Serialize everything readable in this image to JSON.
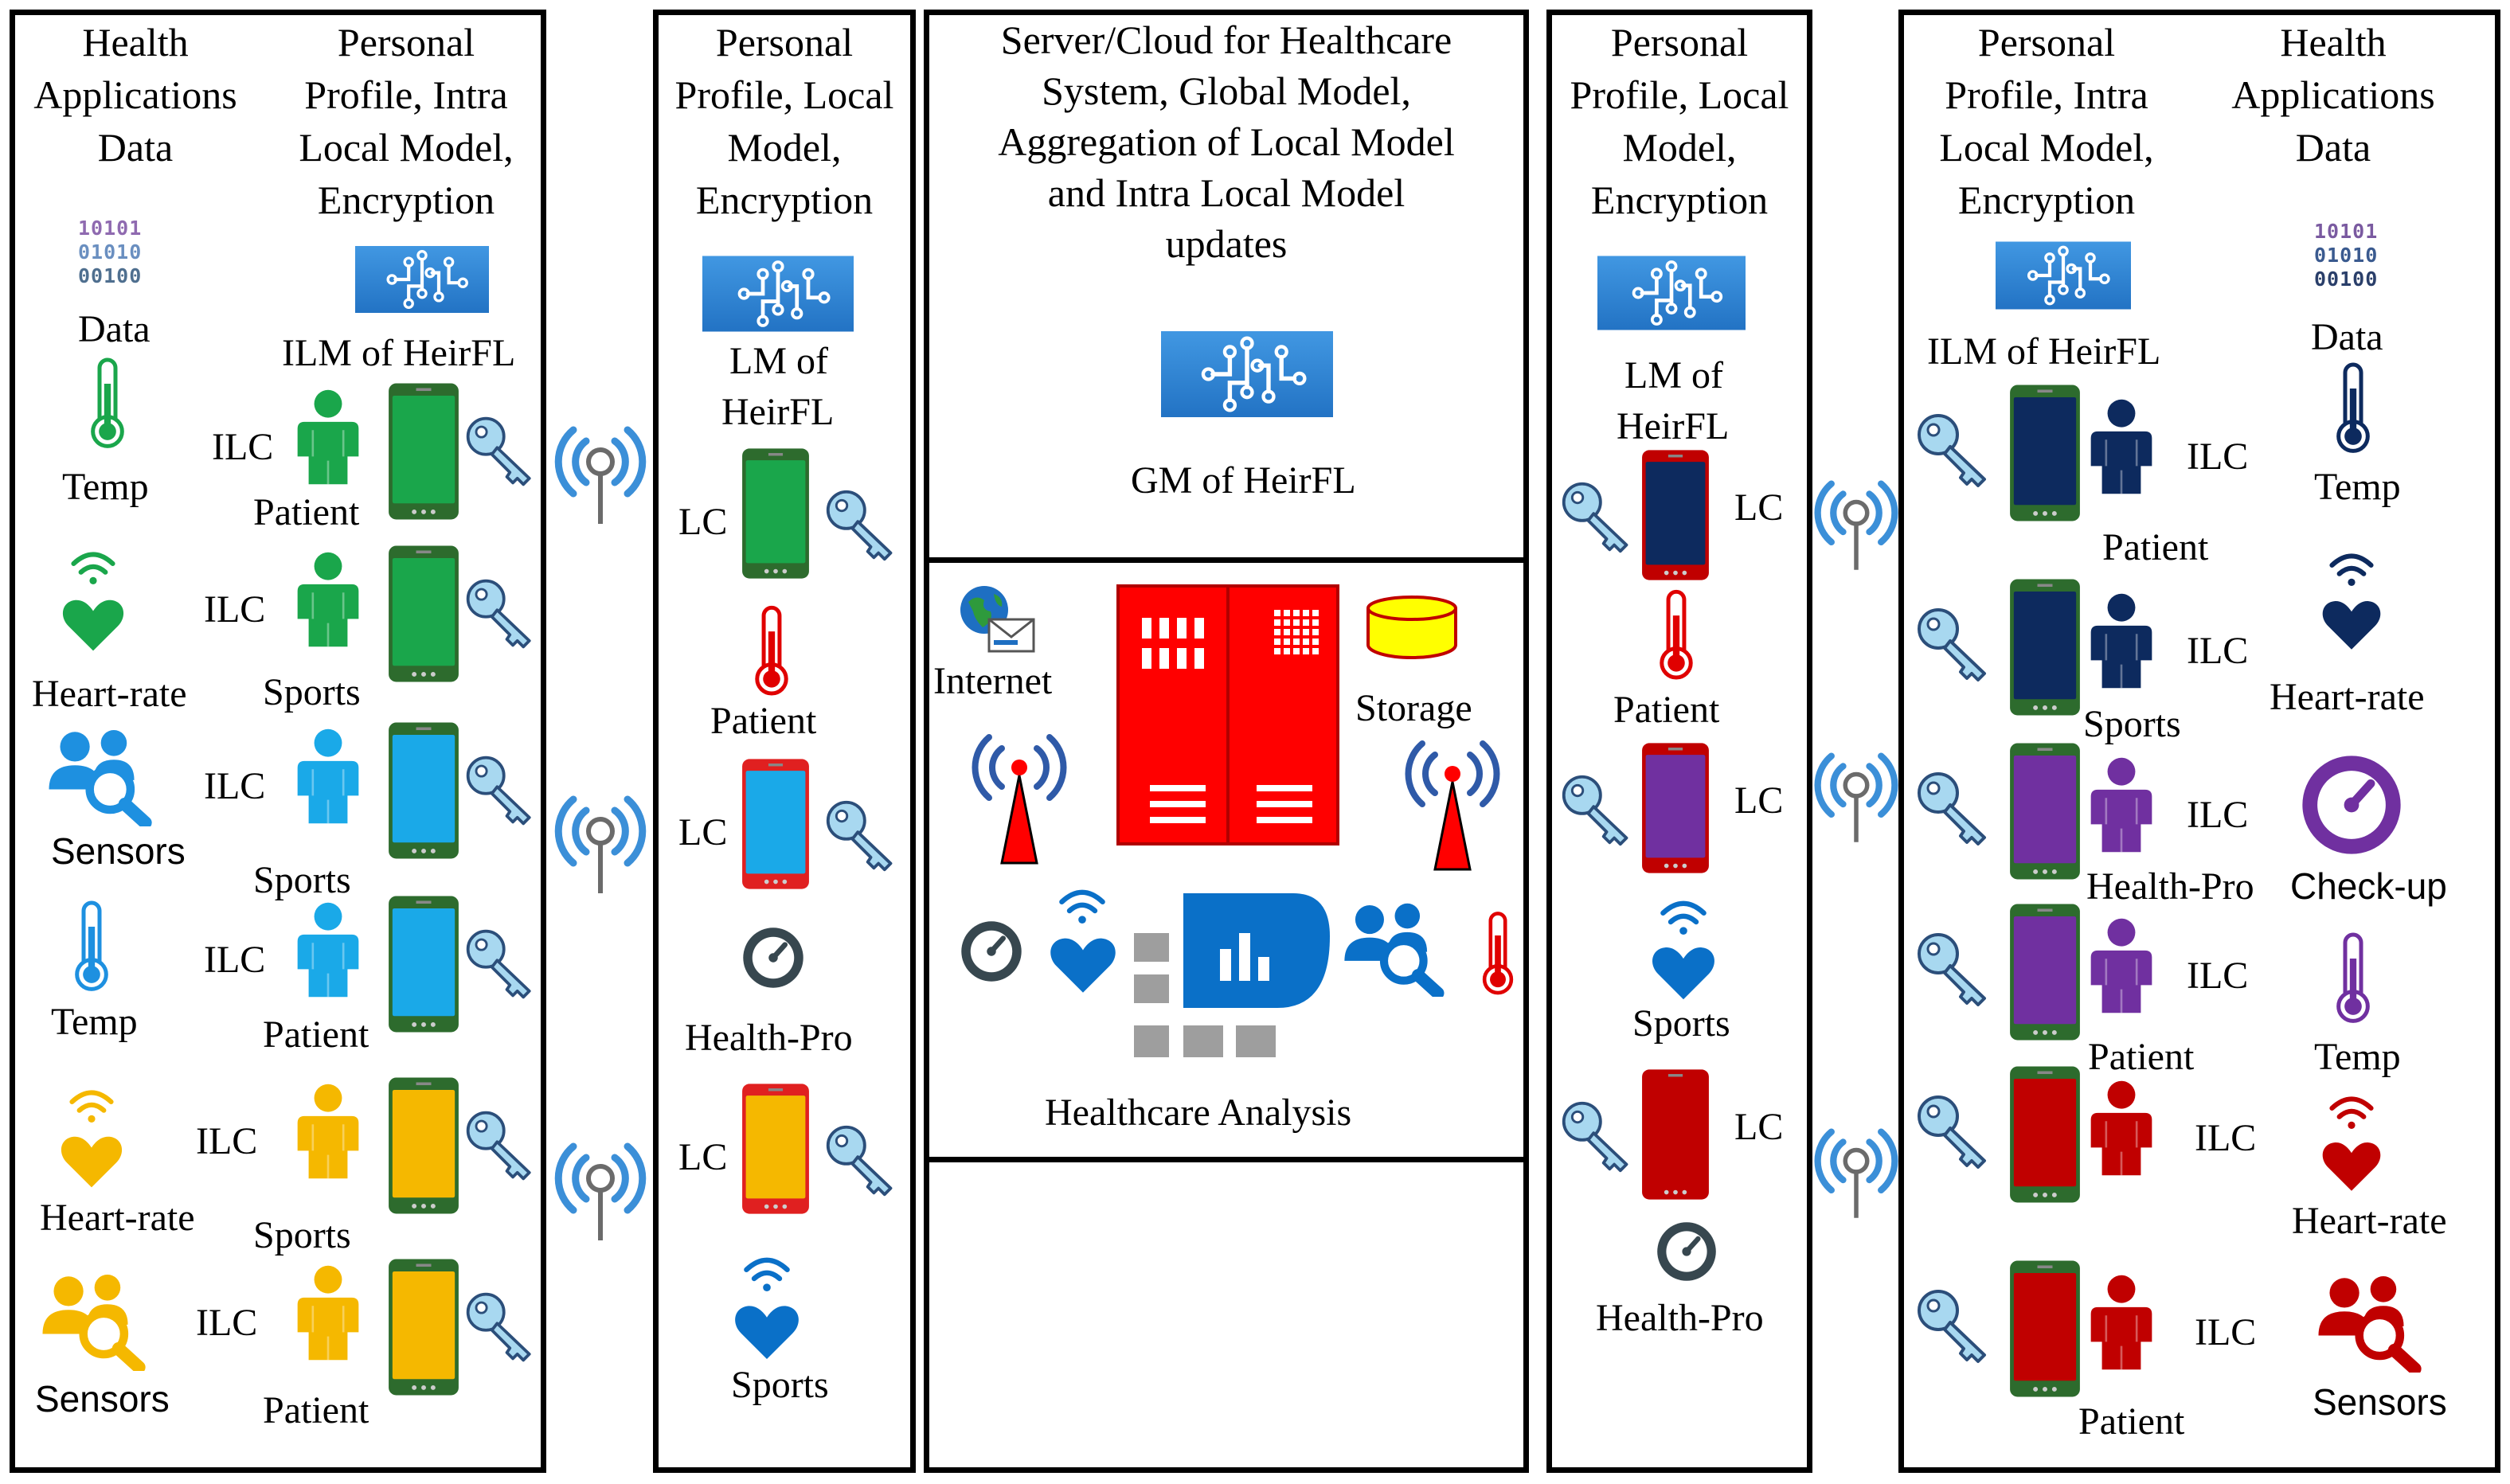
{
  "columns": {
    "left_apps": {
      "header": [
        "Health",
        "Applications",
        "Data"
      ],
      "items": [
        {
          "label": "Data",
          "icon": "binary-data-icon",
          "color": "#7a67a0"
        },
        {
          "label": "Temp",
          "icon": "thermometer-icon",
          "color": "#1aa64b"
        },
        {
          "label": "Heart-rate",
          "icon": "heart-rate-icon",
          "color": "#1aa64b"
        },
        {
          "label": "Sensors",
          "icon": "sensors-icon",
          "color": "#1e90e0"
        },
        {
          "label": "Temp",
          "icon": "thermometer-icon",
          "color": "#1e90e0"
        },
        {
          "label": "Heart-rate",
          "icon": "heart-rate-icon",
          "color": "#f5b800"
        },
        {
          "label": "Sensors",
          "icon": "sensors-icon",
          "color": "#f5b800"
        }
      ]
    },
    "left_profile": {
      "header": [
        "Personal",
        "Profile, Intra",
        "Local Model,",
        "Encryption"
      ],
      "model_label": "ILM of HeirFL",
      "client_label": "ILC",
      "rows": [
        {
          "label": "Patient",
          "color": "#1aa64b"
        },
        {
          "label": "Sports",
          "color": "#1aa64b"
        },
        {
          "label": "Sports",
          "color": "#1aa9e8"
        },
        {
          "label": "Patient",
          "color": "#1aa9e8"
        },
        {
          "label": "Sports",
          "color": "#f5b800"
        },
        {
          "label": "Patient",
          "color": "#f5b800"
        }
      ]
    },
    "left_local": {
      "header": [
        "Personal",
        "Profile, Local",
        "Model,",
        "Encryption"
      ],
      "model_label": [
        "LM of",
        "HeirFL"
      ],
      "client_label": "LC",
      "items": [
        {
          "label": "Patient",
          "color": "#1aa64b"
        },
        {
          "label": "Health-Pro",
          "color": "#1aa9e8"
        },
        {
          "label": "Sports",
          "color": "#f5b800"
        }
      ]
    },
    "server": {
      "header": [
        "Server/Cloud for Healthcare",
        "System, Global Model,",
        "Aggregation of Local Model",
        "and Intra Local Model",
        "updates"
      ],
      "model_label": "GM of HeirFL",
      "internet_label": "Internet",
      "storage_label": "Storage",
      "analysis_label": "Healthcare Analysis"
    },
    "right_local": {
      "header": [
        "Personal",
        "Profile, Local",
        "Model,",
        "Encryption"
      ],
      "model_label": [
        "LM of",
        "HeirFL"
      ],
      "client_label": "LC",
      "items": [
        {
          "label": "Patient",
          "color": "#0d2a5e"
        },
        {
          "label": "Sports",
          "color": "#7030a0"
        },
        {
          "label": "Health-Pro",
          "color": "#c00000"
        }
      ]
    },
    "right_profile": {
      "header": [
        "Personal",
        "Profile, Intra",
        "Local Model,",
        "Encryption"
      ],
      "model_label": "ILM of HeirFL",
      "client_label": "ILC",
      "rows": [
        {
          "label": "Patient",
          "color": "#0d2a5e"
        },
        {
          "label": "Sports",
          "color": "#0d2a5e"
        },
        {
          "label": "Health-Pro",
          "color": "#7030a0"
        },
        {
          "label": "Patient",
          "color": "#7030a0"
        },
        {
          "label": "",
          "color": "#c00000"
        },
        {
          "label": "Patient",
          "color": "#c00000"
        }
      ]
    },
    "right_apps": {
      "header": [
        "Health",
        "Applications",
        "Data"
      ],
      "items": [
        {
          "label": "Data",
          "icon": "binary-data-icon",
          "color": "#1f3864"
        },
        {
          "label": "Temp",
          "icon": "thermometer-icon",
          "color": "#0d2a5e"
        },
        {
          "label": "Heart-rate",
          "icon": "heart-rate-icon",
          "color": "#0d2a5e"
        },
        {
          "label": "Check-up",
          "icon": "gauge-icon",
          "color": "#7030a0"
        },
        {
          "label": "Temp",
          "icon": "thermometer-icon",
          "color": "#7030a0"
        },
        {
          "label": "Heart-rate",
          "icon": "heart-rate-icon",
          "color": "#c00000"
        },
        {
          "label": "Sensors",
          "icon": "sensors-icon",
          "color": "#c00000"
        }
      ]
    }
  },
  "colors": {
    "chip": "#2f86d6",
    "key": "#a8d8f0",
    "wireless": "#3b8fd8",
    "server": "#ff0000",
    "storage": "#ffff00",
    "analysis": "#0a70c8",
    "gray": "#9e9e9e"
  }
}
